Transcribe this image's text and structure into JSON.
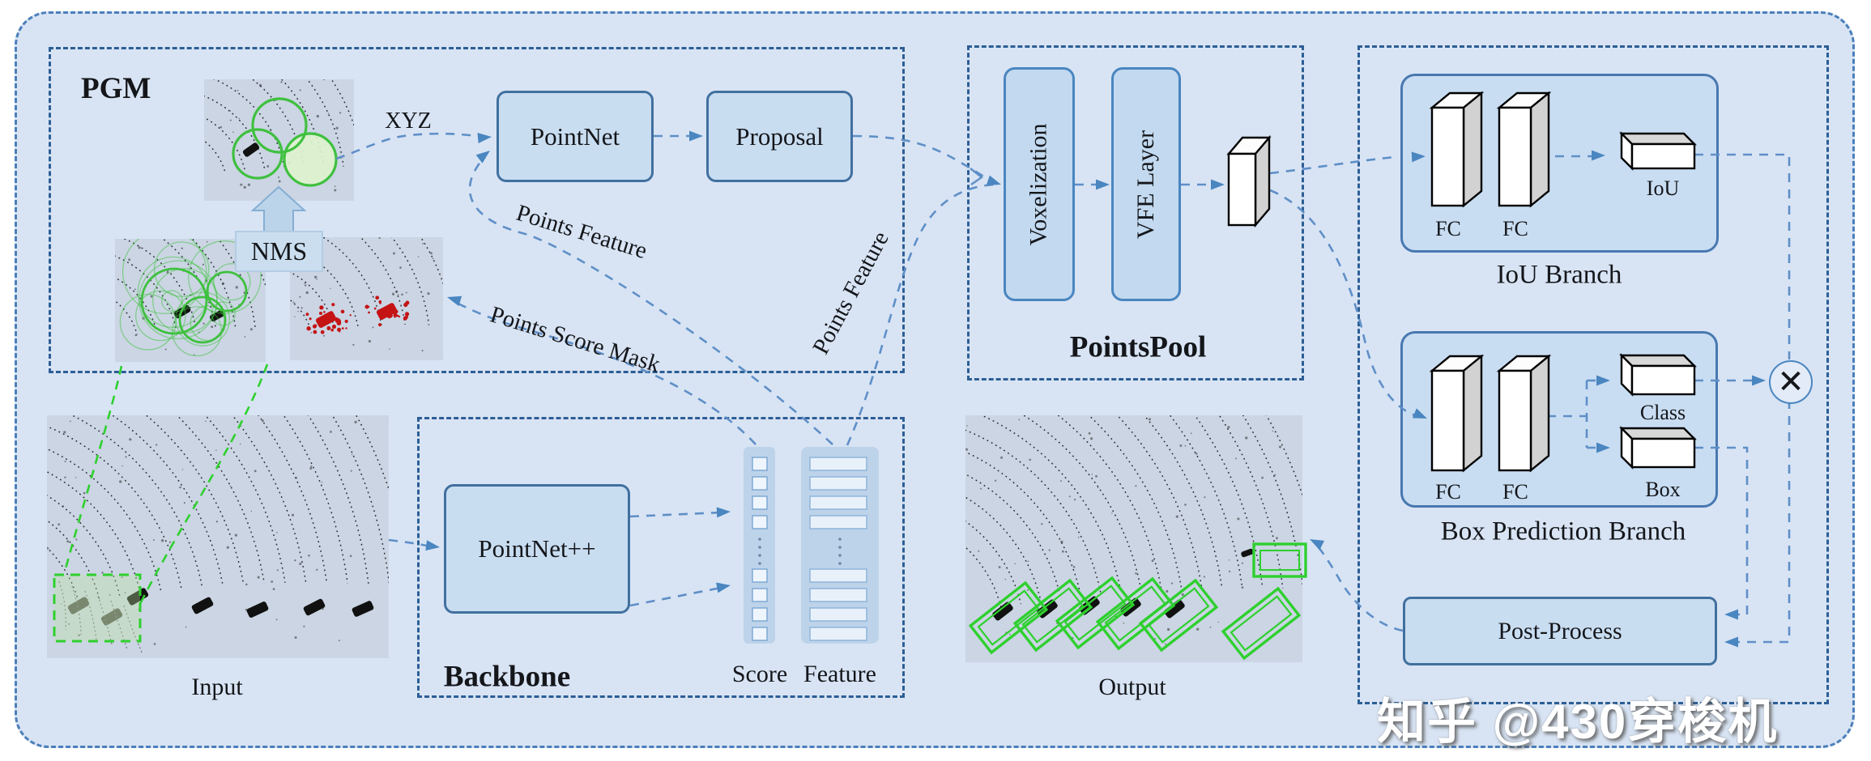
{
  "figure": {
    "pgm": {
      "title": "PGM",
      "nms_label": "NMS",
      "xyz_label": "XYZ",
      "pointnet": "PointNet",
      "proposal": "Proposal"
    },
    "edge_labels": {
      "points_feature": "Points Feature",
      "points_score_mask": "Points Score Mask",
      "points_feature_2": "Points Feature"
    },
    "backbone": {
      "title": "Backbone",
      "pointnetpp": "PointNet++",
      "score_label": "Score",
      "feature_label": "Feature"
    },
    "pointspool": {
      "title": "PointsPool",
      "voxelization": "Voxelization",
      "vfe_layer": "VFE Layer"
    },
    "io": {
      "input_label": "Input",
      "output_label": "Output"
    },
    "iou_branch": {
      "caption": "IoU Branch",
      "fc_left": "FC",
      "fc_right": "FC",
      "iou_label": "IoU"
    },
    "box_branch": {
      "caption": "Box Prediction Branch",
      "fc_left": "FC",
      "fc_right": "FC",
      "class_label": "Class",
      "box_label": "Box"
    },
    "post_process": {
      "label": "Post-Process"
    },
    "operators": {
      "multiply": "✕"
    },
    "watermark": {
      "text": "知乎 @430穿梭机"
    },
    "colors": {
      "accent_blue": "#5f8fc7",
      "border_blue": "#2d5e95",
      "node_fill": "#c9ddf1",
      "node_border": "#41709f",
      "green": "#2ed02e",
      "red": "#c41414",
      "panel_bg": "#cbd5e3",
      "canvas_bg": "#d8e4f4"
    }
  }
}
